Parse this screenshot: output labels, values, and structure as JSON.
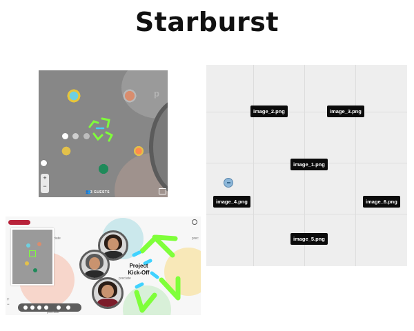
{
  "page": {
    "title": "Starburst"
  },
  "panel_a": {
    "guests_label": "3 GUESTS",
    "logo_fragment": "p"
  },
  "panel_b": {
    "labels": [
      "image_1.png",
      "image_2.png",
      "image_3.png",
      "image_4.png",
      "image_5.png",
      "image_6.png"
    ]
  },
  "panel_c": {
    "center_label_line1": "Project",
    "center_label_line2": "Kick-Off",
    "side_text": "preciate",
    "corner_text": "prec"
  },
  "colors": {
    "neon_green": "#7fff3a",
    "neon_cyan": "#3fd2ff",
    "tag_black": "#0b0b0b",
    "accent_red": "#b8223a"
  }
}
